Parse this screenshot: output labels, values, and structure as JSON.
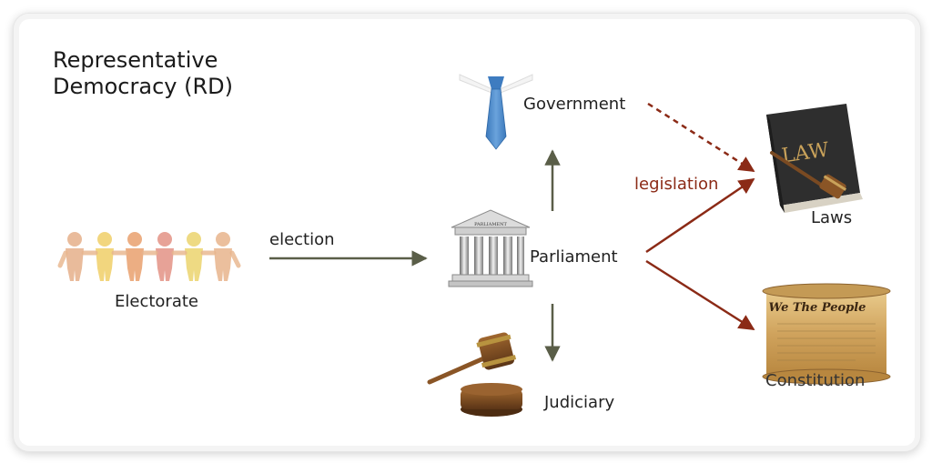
{
  "title_line1": "Representative",
  "title_line2": "Democracy (RD)",
  "nodes": {
    "electorate": "Electorate",
    "parliament": "Parliament",
    "government": "Government",
    "judiciary": "Judiciary",
    "laws": "Laws",
    "constitution": "Constitution"
  },
  "edges": {
    "election": "election",
    "legislation": "legislation"
  },
  "image_text": {
    "parliament_sign": "PARLIAMENT",
    "law_book": "LAW",
    "constitution_scroll": "We The People"
  },
  "colors": {
    "neutral_arrow": "#5a5e48",
    "legislation_arrow": "#8b2a16",
    "tie_blue": "#4a86c6",
    "book": "#3a3a3a",
    "gavel_wood": "#7a4a22",
    "parchment": "#d9b472"
  },
  "icons": [
    "people-chain-icon",
    "tie-icon",
    "parliament-building-icon",
    "gavel-icon",
    "law-book-icon",
    "constitution-scroll-icon"
  ]
}
